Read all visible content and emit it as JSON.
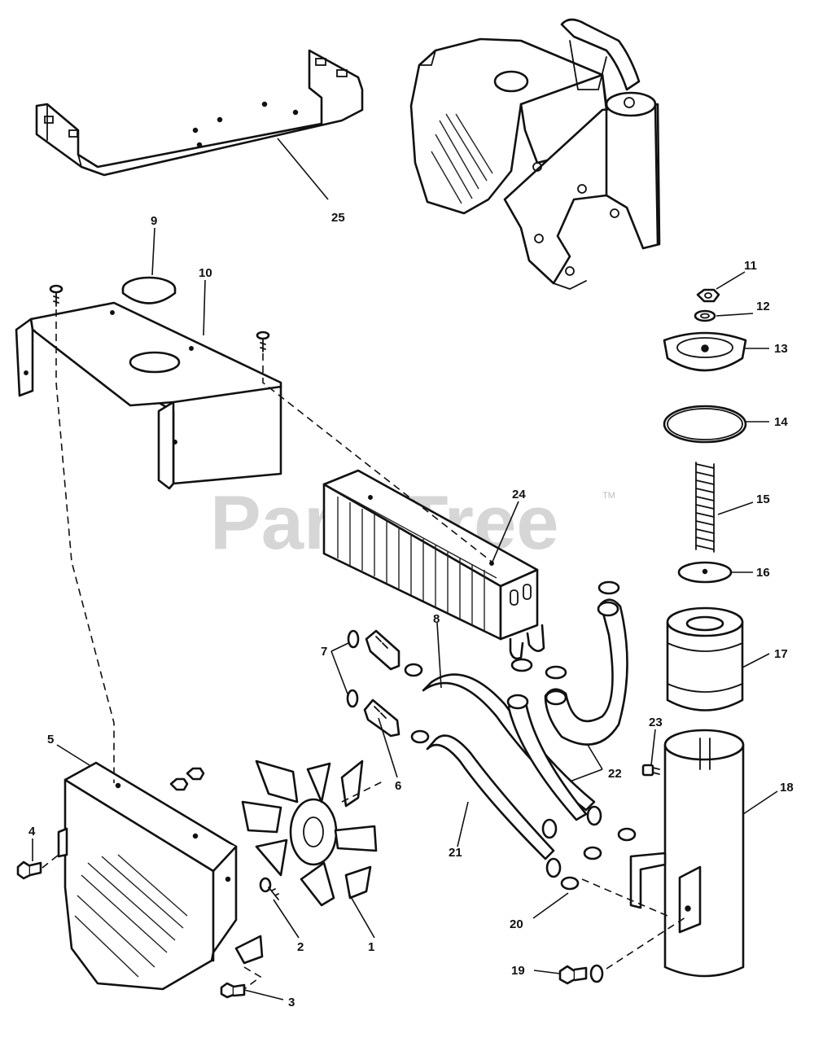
{
  "watermark": {
    "text": "PartsTree",
    "trademark": "TM"
  },
  "callouts": {
    "c1": "1",
    "c2": "2",
    "c3": "3",
    "c4": "4",
    "c5": "5",
    "c6": "6",
    "c7": "7",
    "c8": "8",
    "c9": "9",
    "c10": "10",
    "c11": "11",
    "c12": "12",
    "c13": "13",
    "c14": "14",
    "c15": "15",
    "c16": "16",
    "c17": "17",
    "c18": "18",
    "c19": "19",
    "c20": "20",
    "c21": "21",
    "c22": "22",
    "c23": "23",
    "c24": "24",
    "c25": "25"
  },
  "colors": {
    "ink": "#111111",
    "paper": "#ffffff",
    "watermark": "#cfcfcf"
  }
}
